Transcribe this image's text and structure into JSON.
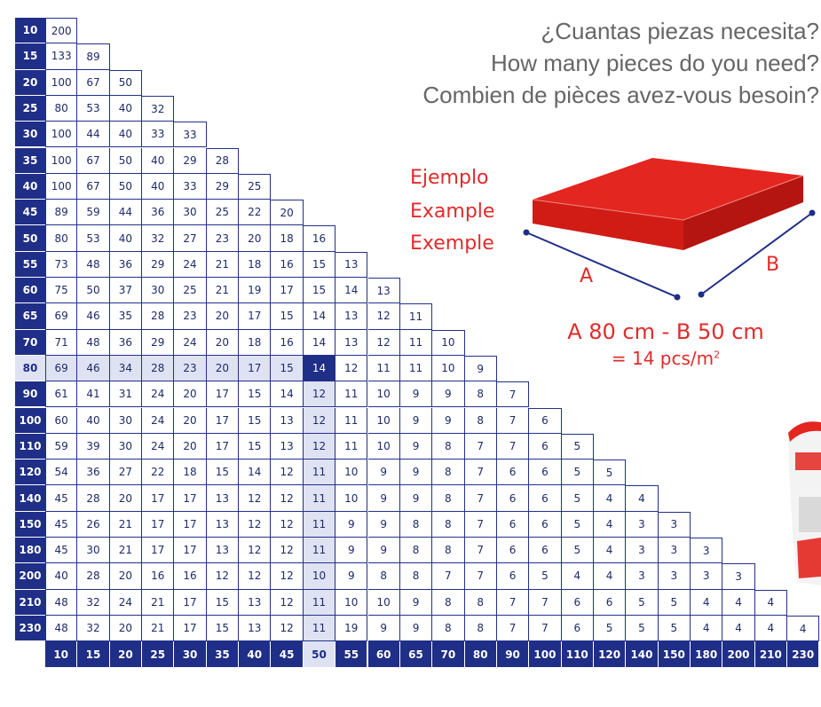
{
  "question": {
    "es": "¿Cuantas piezas necesita?",
    "en": "How many pieces do you need?",
    "fr": "Combien de pièces avez-vous besoin?"
  },
  "example": {
    "es": "Ejemplo",
    "en": "Example",
    "fr": "Exemple",
    "label_a": "A",
    "label_b": "B",
    "dimensions": "A 80 cm - B 50 cm",
    "result": "= 14 pcs/m",
    "result_sup": "2"
  },
  "colors": {
    "navy": "#1f2e86",
    "highlight": "#dfe2f2",
    "red": "#e12b2b"
  },
  "highlight": {
    "row": "80",
    "col": "50"
  },
  "table": {
    "row_headers": [
      "10",
      "15",
      "20",
      "25",
      "30",
      "35",
      "40",
      "45",
      "50",
      "55",
      "60",
      "65",
      "70",
      "80",
      "90",
      "100",
      "110",
      "120",
      "140",
      "150",
      "180",
      "200",
      "210",
      "230"
    ],
    "col_headers": [
      "10",
      "15",
      "20",
      "25",
      "30",
      "35",
      "40",
      "45",
      "50",
      "55",
      "60",
      "65",
      "70",
      "80",
      "90",
      "100",
      "110",
      "120",
      "140",
      "150",
      "180",
      "200",
      "210",
      "230"
    ],
    "rows": [
      [
        "200"
      ],
      [
        "133",
        "89"
      ],
      [
        "100",
        "67",
        "50"
      ],
      [
        "80",
        "53",
        "40",
        "32"
      ],
      [
        "100",
        "44",
        "40",
        "33",
        "33"
      ],
      [
        "100",
        "67",
        "50",
        "40",
        "29",
        "28"
      ],
      [
        "100",
        "67",
        "50",
        "40",
        "33",
        "29",
        "25"
      ],
      [
        "89",
        "59",
        "44",
        "36",
        "30",
        "25",
        "22",
        "20"
      ],
      [
        "80",
        "53",
        "40",
        "32",
        "27",
        "23",
        "20",
        "18",
        "16"
      ],
      [
        "73",
        "48",
        "36",
        "29",
        "24",
        "21",
        "18",
        "16",
        "15",
        "13"
      ],
      [
        "75",
        "50",
        "37",
        "30",
        "25",
        "21",
        "19",
        "17",
        "15",
        "14",
        "13"
      ],
      [
        "69",
        "46",
        "35",
        "28",
        "23",
        "20",
        "17",
        "15",
        "14",
        "13",
        "12",
        "11"
      ],
      [
        "71",
        "48",
        "36",
        "29",
        "24",
        "20",
        "18",
        "16",
        "14",
        "13",
        "12",
        "11",
        "10"
      ],
      [
        "69",
        "46",
        "34",
        "28",
        "23",
        "20",
        "17",
        "15",
        "14",
        "12",
        "11",
        "11",
        "10",
        "9"
      ],
      [
        "61",
        "41",
        "31",
        "24",
        "20",
        "17",
        "15",
        "14",
        "12",
        "11",
        "10",
        "9",
        "9",
        "8",
        "7"
      ],
      [
        "60",
        "40",
        "30",
        "24",
        "20",
        "17",
        "15",
        "13",
        "12",
        "11",
        "10",
        "9",
        "9",
        "8",
        "7",
        "6"
      ],
      [
        "59",
        "39",
        "30",
        "24",
        "20",
        "17",
        "15",
        "13",
        "12",
        "11",
        "10",
        "9",
        "8",
        "7",
        "7",
        "6",
        "5"
      ],
      [
        "54",
        "36",
        "27",
        "22",
        "18",
        "15",
        "14",
        "12",
        "11",
        "10",
        "9",
        "9",
        "8",
        "7",
        "6",
        "6",
        "5",
        "5"
      ],
      [
        "45",
        "28",
        "20",
        "17",
        "17",
        "13",
        "12",
        "12",
        "11",
        "10",
        "9",
        "9",
        "8",
        "7",
        "6",
        "6",
        "5",
        "4",
        "4"
      ],
      [
        "45",
        "26",
        "21",
        "17",
        "17",
        "13",
        "12",
        "12",
        "11",
        "9",
        "9",
        "8",
        "8",
        "7",
        "6",
        "6",
        "5",
        "4",
        "3",
        "3"
      ],
      [
        "45",
        "30",
        "21",
        "17",
        "17",
        "13",
        "12",
        "12",
        "11",
        "9",
        "9",
        "8",
        "8",
        "7",
        "6",
        "6",
        "5",
        "4",
        "3",
        "3",
        "3"
      ],
      [
        "40",
        "28",
        "20",
        "16",
        "16",
        "12",
        "12",
        "12",
        "10",
        "9",
        "8",
        "8",
        "7",
        "7",
        "6",
        "5",
        "4",
        "4",
        "3",
        "3",
        "3",
        "3"
      ],
      [
        "48",
        "32",
        "24",
        "21",
        "17",
        "15",
        "13",
        "12",
        "11",
        "10",
        "10",
        "9",
        "8",
        "8",
        "7",
        "7",
        "6",
        "6",
        "5",
        "5",
        "4",
        "4",
        "4"
      ],
      [
        "48",
        "32",
        "20",
        "21",
        "17",
        "15",
        "13",
        "12",
        "11",
        "19",
        "9",
        "9",
        "8",
        "8",
        "7",
        "7",
        "6",
        "5",
        "5",
        "5",
        "4",
        "4",
        "4",
        "4"
      ]
    ]
  }
}
